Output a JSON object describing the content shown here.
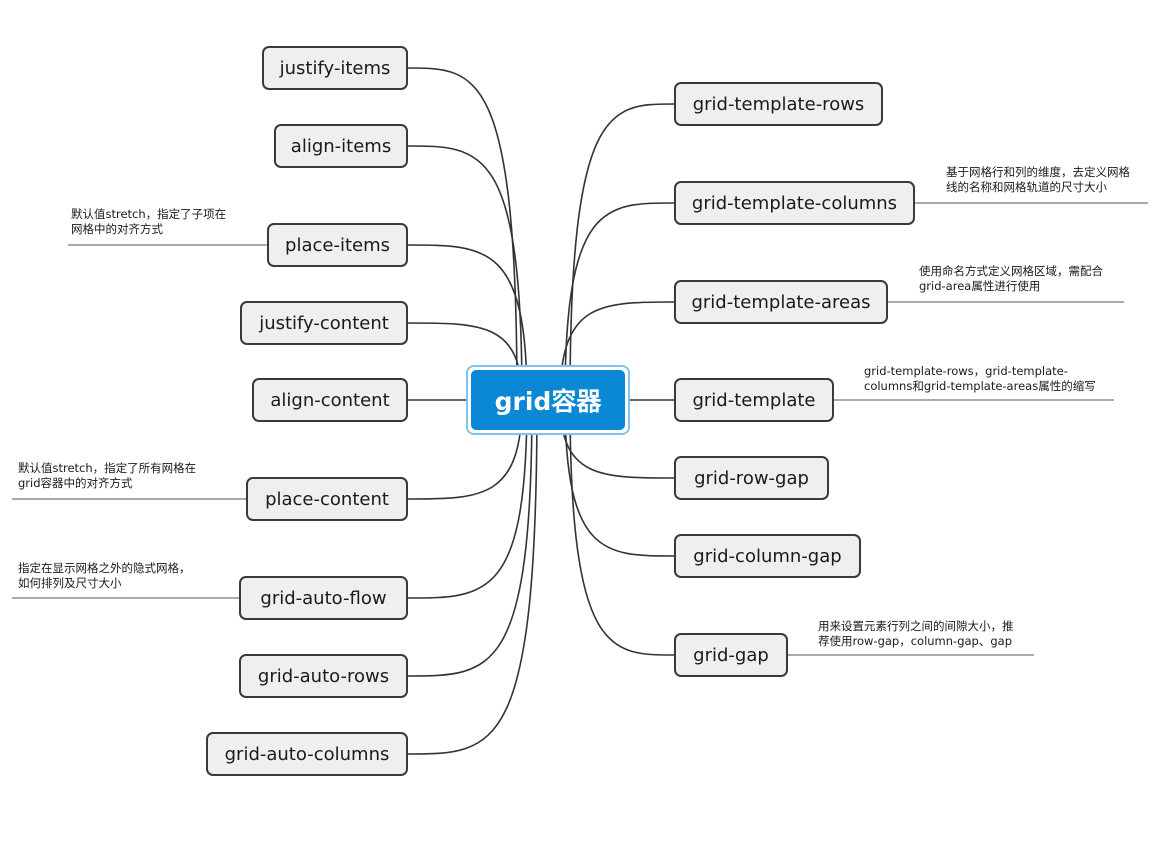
{
  "center": {
    "label": "grid容器",
    "color": "#0a87d5"
  },
  "left_nodes": [
    {
      "label": "justify-items"
    },
    {
      "label": "align-items"
    },
    {
      "label": "place-items",
      "note": [
        "默认值stretch，指定了子项在",
        "网格中的对齐方式"
      ]
    },
    {
      "label": "justify-content"
    },
    {
      "label": "align-content"
    },
    {
      "label": "place-content",
      "note": [
        "默认值stretch，指定了所有网格在",
        "grid容器中的对齐方式"
      ]
    },
    {
      "label": "grid-auto-flow",
      "note": [
        "指定在显示网格之外的隐式网格，",
        "如何排列及尺寸大小"
      ]
    },
    {
      "label": "grid-auto-rows"
    },
    {
      "label": "grid-auto-columns"
    }
  ],
  "right_nodes": [
    {
      "label": "grid-template-rows"
    },
    {
      "label": "grid-template-columns",
      "note": [
        "基于网格行和列的维度，去定义网格",
        "线的名称和网格轨道的尺寸大小"
      ]
    },
    {
      "label": "grid-template-areas",
      "note": [
        "使用命名方式定义网格区域，需配合",
        "grid-area属性进行使用"
      ]
    },
    {
      "label": "grid-template",
      "note": [
        "grid-template-rows，grid-template-",
        "columns和grid-template-areas属性的缩写"
      ]
    },
    {
      "label": "grid-row-gap"
    },
    {
      "label": "grid-column-gap"
    },
    {
      "label": "grid-gap",
      "note": [
        "用来设置元素行列之间的间隙大小，推",
        "荐使用row-gap，column-gap、gap"
      ]
    }
  ]
}
